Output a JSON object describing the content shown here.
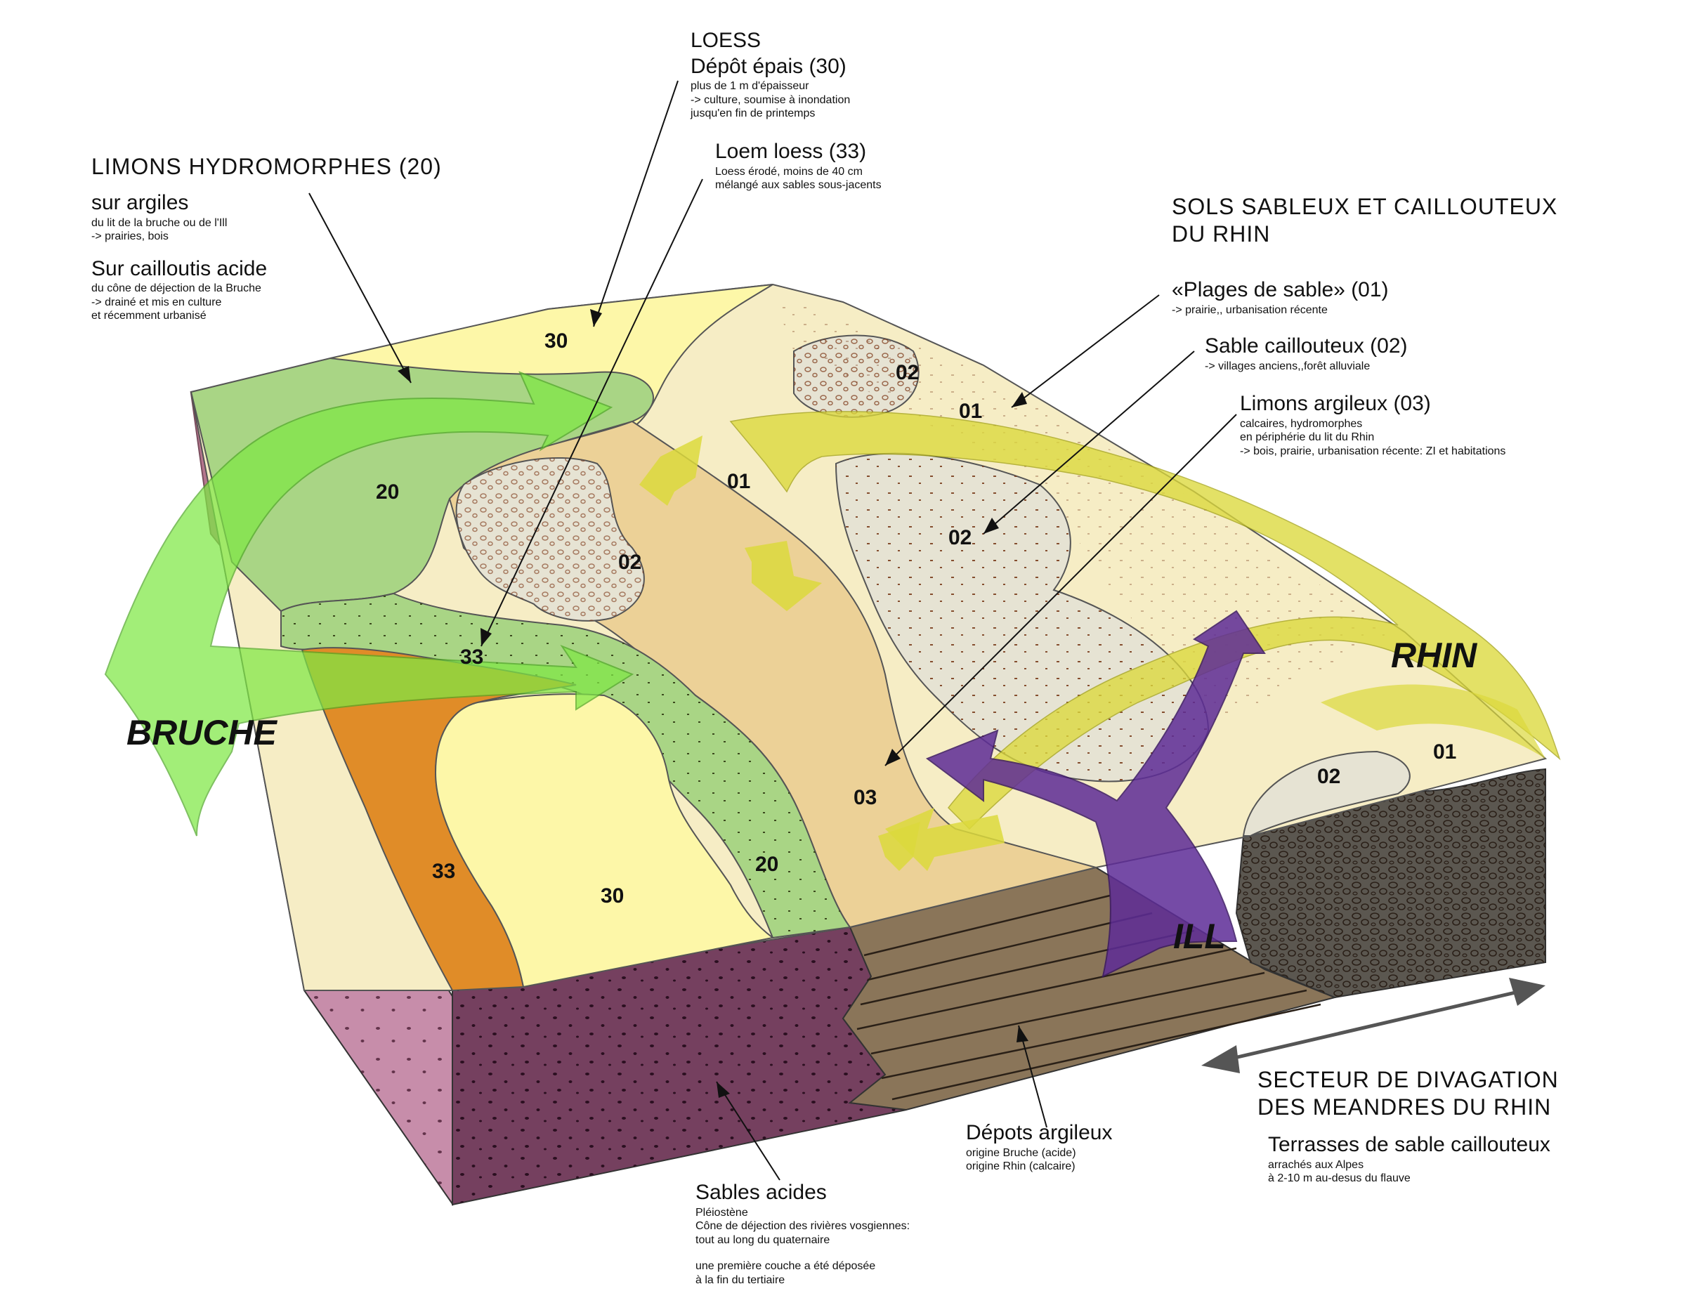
{
  "labels": {
    "loess": {
      "title": "LOESS",
      "heading": "Dépôt épais (30)",
      "lines": [
        "plus de 1 m d'épaisseur",
        "-> culture, soumise à inondation",
        "jusqu'en fin de printemps"
      ]
    },
    "loem_loess": {
      "heading": "Loem loess (33)",
      "lines": [
        "Loess érodé, moins de 40 cm",
        "mélangé aux sables sous-jacents"
      ]
    },
    "limons_hydro": {
      "title": "LIMONS HYDROMORPHES (20)",
      "sub1_heading": "sur argiles",
      "sub1_lines": [
        "du lit de la bruche ou de l'Ill",
        "-> prairies, bois"
      ],
      "sub2_heading": "Sur cailloutis acide",
      "sub2_lines": [
        "du cône de déjection de la Bruche",
        "-> drainé et mis en culture",
        "et récemment urbanisé"
      ]
    },
    "sols_sableux": {
      "title_line1": "SOLS SABLEUX ET CAILLOUTEUX",
      "title_line2": "DU RHIN"
    },
    "plages": {
      "heading": "«Plages de sable» (01)",
      "lines": [
        "-> prairie,, urbanisation récente"
      ]
    },
    "sable_caill": {
      "heading": "Sable caillouteux (02)",
      "lines": [
        "-> villages anciens,,forêt alluviale"
      ]
    },
    "limons_arg": {
      "heading": "Limons argileux (03)",
      "lines": [
        "calcaires, hydromorphes",
        "en périphérie du lit du Rhin",
        "-> bois, prairie, urbanisation récente: ZI et habitations"
      ]
    },
    "secteur": {
      "line1": "SECTEUR DE DIVAGATION",
      "line2": "DES MEANDRES DU RHIN"
    },
    "terrasses": {
      "heading": "Terrasses de sable caillouteux",
      "lines": [
        "arrachés aux Alpes",
        "à 2-10 m au-desus du flauve"
      ]
    },
    "depots": {
      "heading": "Dépots argileux",
      "lines": [
        "origine Bruche (acide)",
        "origine Rhin (calcaire)"
      ]
    },
    "sables_acides": {
      "heading": "Sables acides",
      "lines": [
        "Pléiostène",
        "Cône de déjection des rivières vosgiennes:",
        "tout au long du quaternaire",
        "",
        "une première couche a été déposée",
        "à la fin du tertiaire"
      ]
    }
  },
  "zones": {
    "z30_top": "30",
    "z20_top": "20",
    "z01_a": "01",
    "z02_a": "02",
    "z02_b": "02",
    "z01_b": "01",
    "z02_c": "02",
    "z33_a": "33",
    "z03": "03",
    "z33_b": "33",
    "z30_bottom": "30",
    "z20_bottom": "20",
    "z02_d": "02",
    "z01_c": "01"
  },
  "rivers": {
    "bruche": "BRUCHE",
    "rhin": "RHIN",
    "ill": "ILL"
  },
  "colors": {
    "loess_30": "#fdf7a8",
    "loem_33": "#e08c28",
    "limons_20": "#a9d585",
    "limons_03": "#ecd197",
    "sable_01": "#f6edc5",
    "caill_02": "#e6e3d3",
    "sables_acides": "#75405f",
    "side_pink": "#c78daa",
    "depots_brown": "#8a7559",
    "terrasses_grey": "#5b5750",
    "arrow_green": "#7fe845",
    "arrow_yellow": "#dcd93c",
    "arrow_purple": "#5e2c97"
  }
}
